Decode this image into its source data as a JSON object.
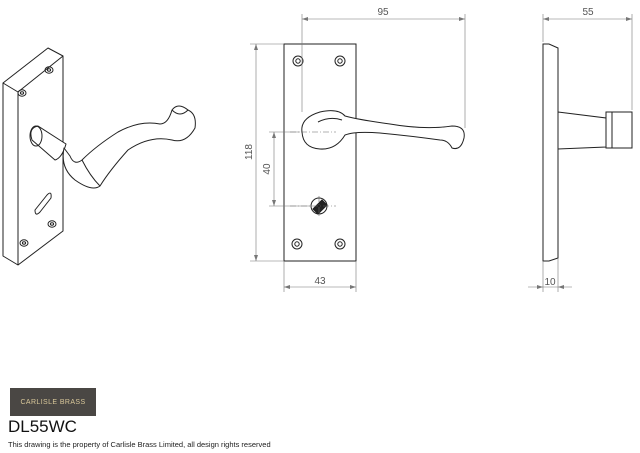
{
  "dimensions": {
    "front_width": "95",
    "side_width": "55",
    "plate_height": "118",
    "keyhole_centre": "40",
    "plate_width": "43",
    "plate_thickness": "10"
  },
  "brand": {
    "logo_text": "CARLISLE BRASS"
  },
  "product": {
    "code": "DL55WC"
  },
  "footer": {
    "notice": "This drawing is the property of Carlisle Brass Limited, all design rights reserved"
  }
}
